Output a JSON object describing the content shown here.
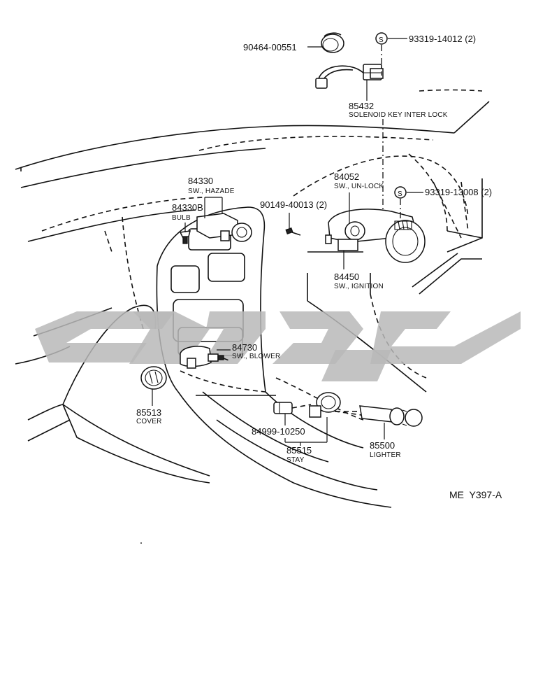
{
  "diagram_code": "ME  Y397-A",
  "parts": {
    "clip": {
      "number": "90464-00551"
    },
    "screw_top": {
      "number": "93319-14012 (2)",
      "symbol": "S"
    },
    "solenoid": {
      "number": "85432",
      "desc": "SOLENOID KEY INTER LOCK"
    },
    "hazard_switch": {
      "number": "84330",
      "desc": "SW., HAZADE"
    },
    "bulb": {
      "number": "84330B",
      "desc": "BULB"
    },
    "screw_mid": {
      "number": "90149-40013 (2)"
    },
    "unlock_switch": {
      "number": "84052",
      "desc": "SW., UN-LOCK"
    },
    "screw_right": {
      "number": "93319-13008 (2)",
      "symbol": "S"
    },
    "ignition_switch": {
      "number": "84450",
      "desc": "SW., IGNITION"
    },
    "blower_switch": {
      "number": "84730",
      "desc": "SW., BLOWER"
    },
    "cover": {
      "number": "85513",
      "desc": "COVER"
    },
    "socket": {
      "number": "84999-10250"
    },
    "stay": {
      "number": "85515",
      "desc": "STAY"
    },
    "lighter": {
      "number": "85500",
      "desc": "LIGHTER"
    }
  },
  "icons": [
    "screw-symbol-icon",
    "watermark-logo"
  ]
}
